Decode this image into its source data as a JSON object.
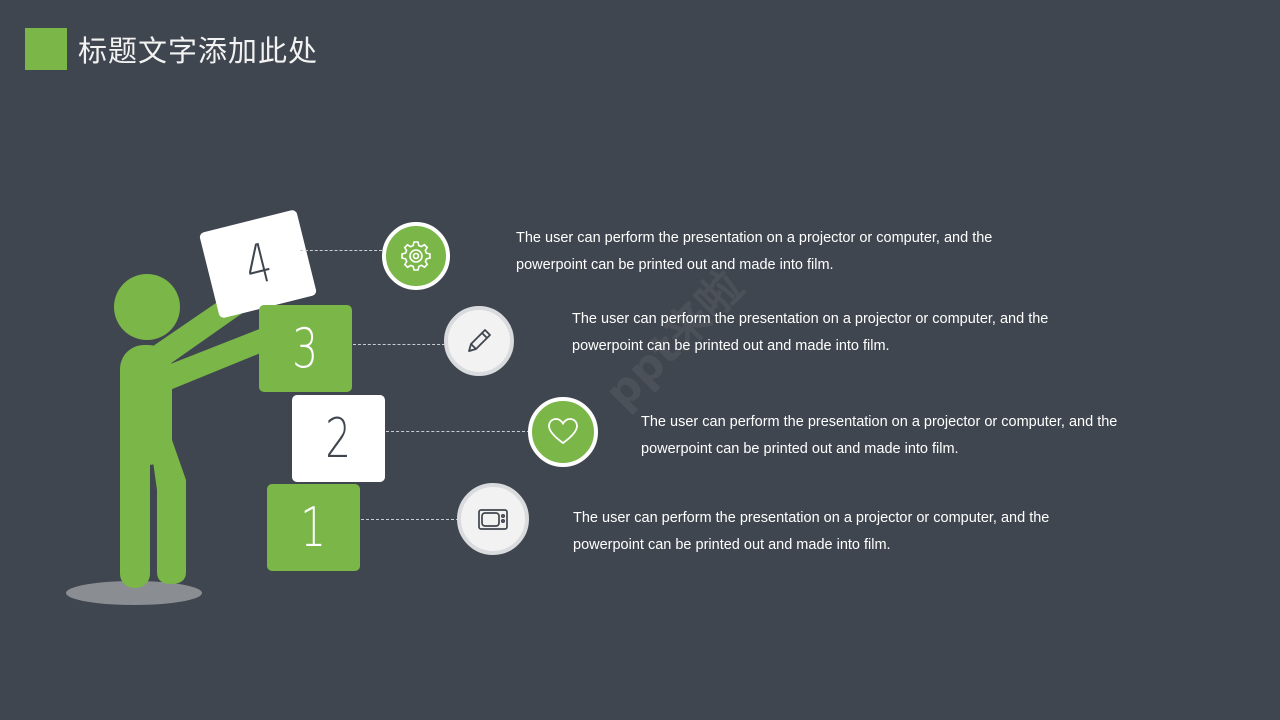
{
  "slide": {
    "title": "标题文字添加此处",
    "accent_color": "#7ab648",
    "background_color": "#40464f"
  },
  "steps": [
    {
      "number": "4",
      "box_style": "white",
      "icon": "gear-icon",
      "circle_style": "green",
      "line1": "The user can perform the presentation on a projector or computer, and the",
      "line2": "powerpoint can be printed out and made into film."
    },
    {
      "number": "3",
      "box_style": "green",
      "icon": "pencil-icon",
      "circle_style": "white",
      "line1": "The user can perform the presentation on a projector or computer, and the",
      "line2": "powerpoint can be printed out and made into film."
    },
    {
      "number": "2",
      "box_style": "white",
      "icon": "heart-icon",
      "circle_style": "green",
      "line1": "The user can perform the presentation on a projector or computer, and the",
      "line2": "powerpoint can be printed out and made into film."
    },
    {
      "number": "1",
      "box_style": "green",
      "icon": "tv-icon",
      "circle_style": "white",
      "line1": "The user can perform the presentation on a projector or computer, and the",
      "line2": "powerpoint can be printed out and made into film."
    }
  ],
  "watermark": "ppt来啦"
}
